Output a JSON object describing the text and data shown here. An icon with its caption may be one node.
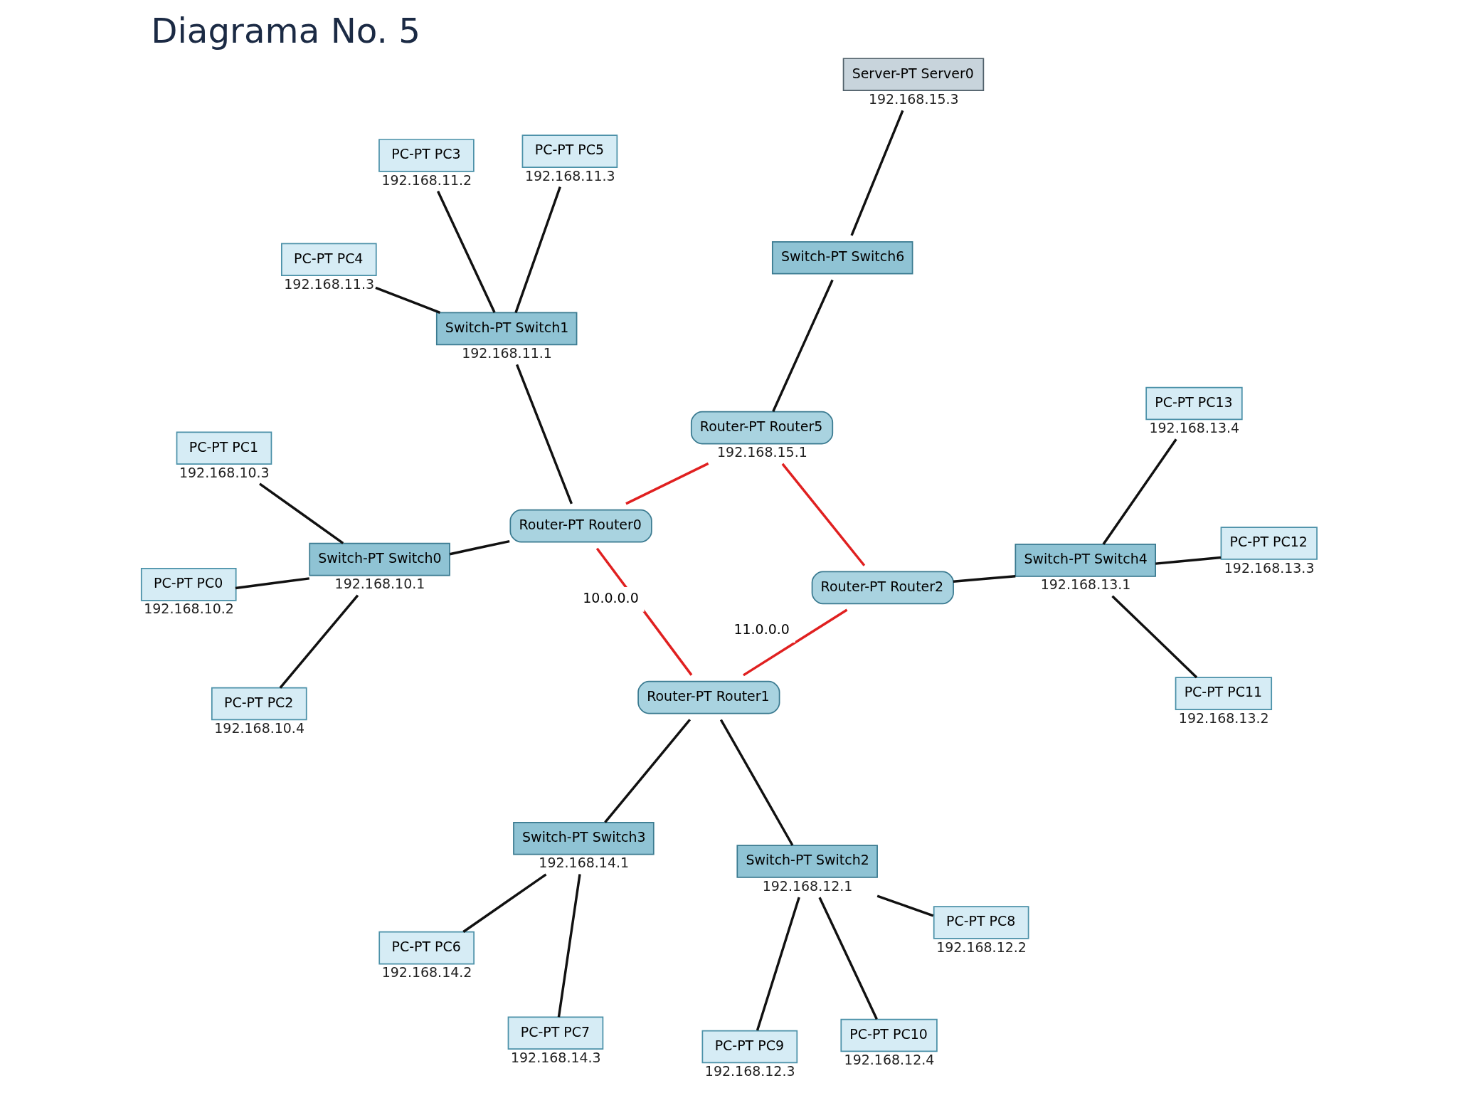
{
  "diagram": {
    "title": "Diagrama No. 5",
    "nodes": [
      {
        "text": [
          "PC-PT PC0"
        ],
        "beside": [
          "192.168.10.2"
        ]
      },
      {
        "text": [
          "PC-PT PC1"
        ],
        "beside": [
          "192.168.10.3"
        ]
      },
      {
        "text": [
          "PC-PT PC2"
        ],
        "beside": [
          "192.168.10.4"
        ]
      },
      {
        "text": [
          "Switch-PT Switch0"
        ],
        "beside": [
          "192.168.10.1"
        ]
      },
      {
        "text": [
          "PC-PT PC8"
        ],
        "beside": [
          "192.168.12.2"
        ]
      },
      {
        "text": [
          "PC-PT PC9"
        ],
        "beside": [
          "192.168.12.3"
        ]
      },
      {
        "text": [
          "PC-PT PC10"
        ],
        "beside": [
          "192.168.12.4"
        ]
      },
      {
        "text": [
          "Switch-PT Switch2"
        ],
        "beside": [
          "192.168.12.1"
        ]
      },
      {
        "text": [
          "PC-PT PC6"
        ],
        "beside": [
          "192.168.14.2"
        ]
      },
      {
        "text": [
          "PC-PT PC7"
        ],
        "beside": [
          "192.168.14.3"
        ]
      },
      {
        "text": [
          "Switch-PT Switch3"
        ],
        "beside": [
          "192.168.14.1"
        ]
      },
      {
        "text": [
          "PC-PT PC11"
        ],
        "beside": [
          "192.168.13.2"
        ]
      },
      {
        "text": [
          "PC-PT PC12"
        ],
        "beside": [
          "192.168.13.3"
        ]
      },
      {
        "text": [
          "Router-PT Router0"
        ]
      },
      {
        "text": [
          "Router-PT Router1"
        ]
      },
      {
        "text": [
          "Router-PT Router2"
        ]
      },
      {
        "text": [
          "Switch-PT Switch4"
        ],
        "beside": [
          "192.168.13.1"
        ]
      },
      {
        "text": [
          "PC-PT PC13"
        ],
        "beside": [
          "192.168.13.4"
        ]
      },
      {
        "text": [
          "PC-PT PC3"
        ],
        "beside": [
          "192.168.11.2"
        ]
      },
      {
        "text": [
          "Switch-PT Switch1"
        ],
        "beside": [
          "192.168.11.1"
        ]
      },
      {
        "text": [
          "Router-PT Router5"
        ],
        "beside": [
          "192.168.15.1"
        ]
      },
      {
        "text": [
          "PC-PT PC4"
        ],
        "beside": [
          "192.168.11.3"
        ]
      },
      {
        "text": [
          "PC-PT PC5"
        ],
        "beside": [
          "192.168.11.3"
        ]
      },
      {
        "text": [
          "Switch-PT Switch6"
        ]
      },
      {
        "text": [
          "Server-PT Server0"
        ],
        "beside": [
          "192.168.15.3"
        ]
      }
    ],
    "edges": [
      {
        "from": 0,
        "to": 3,
        "arrow": "none"
      },
      {
        "from": 1,
        "to": 3,
        "arrow": "none"
      },
      {
        "from": 2,
        "to": 3,
        "arrow": "none"
      },
      {
        "from": 3,
        "to": 13,
        "arrow": "none"
      },
      {
        "from": 4,
        "to": 7,
        "arrow": "none"
      },
      {
        "from": 5,
        "to": 7,
        "arrow": "none"
      },
      {
        "from": 6,
        "to": 7,
        "arrow": "none"
      },
      {
        "from": 7,
        "to": 14,
        "arrow": "none"
      },
      {
        "from": 8,
        "to": 10,
        "arrow": "none"
      },
      {
        "from": 9,
        "to": 10,
        "arrow": "none"
      },
      {
        "from": 10,
        "to": 14,
        "arrow": "none"
      },
      {
        "from": 11,
        "to": 16,
        "arrow": "none"
      },
      {
        "from": 12,
        "to": 16,
        "arrow": "none"
      },
      {
        "from": 16,
        "to": 17,
        "arrow": "none"
      },
      {
        "from": 15,
        "to": 16,
        "arrow": "none"
      },
      {
        "from": 13,
        "to": 14,
        "arrow": "none",
        "label": "10.0.0.0",
        "color": "#e02020"
      },
      {
        "from": 14,
        "to": 15,
        "arrow": "none",
        "label": "11.0.0.0",
        "color": "#e02020"
      },
      {
        "from": 13,
        "to": 20,
        "arrow": "none",
        "color": "#e02020"
      },
      {
        "from": 15,
        "to": 20,
        "arrow": "none",
        "color": "#e02020"
      },
      {
        "from": 19,
        "to": 13,
        "arrow": "none"
      },
      {
        "from": 18,
        "to": 19,
        "arrow": "none"
      },
      {
        "from": 21,
        "to": 19,
        "arrow": "none"
      },
      {
        "from": 22,
        "to": 19,
        "arrow": "none"
      },
      {
        "from": 20,
        "to": 23,
        "arrow": "none"
      },
      {
        "from": 23,
        "to": 24,
        "arrow": "none"
      }
    ]
  }
}
